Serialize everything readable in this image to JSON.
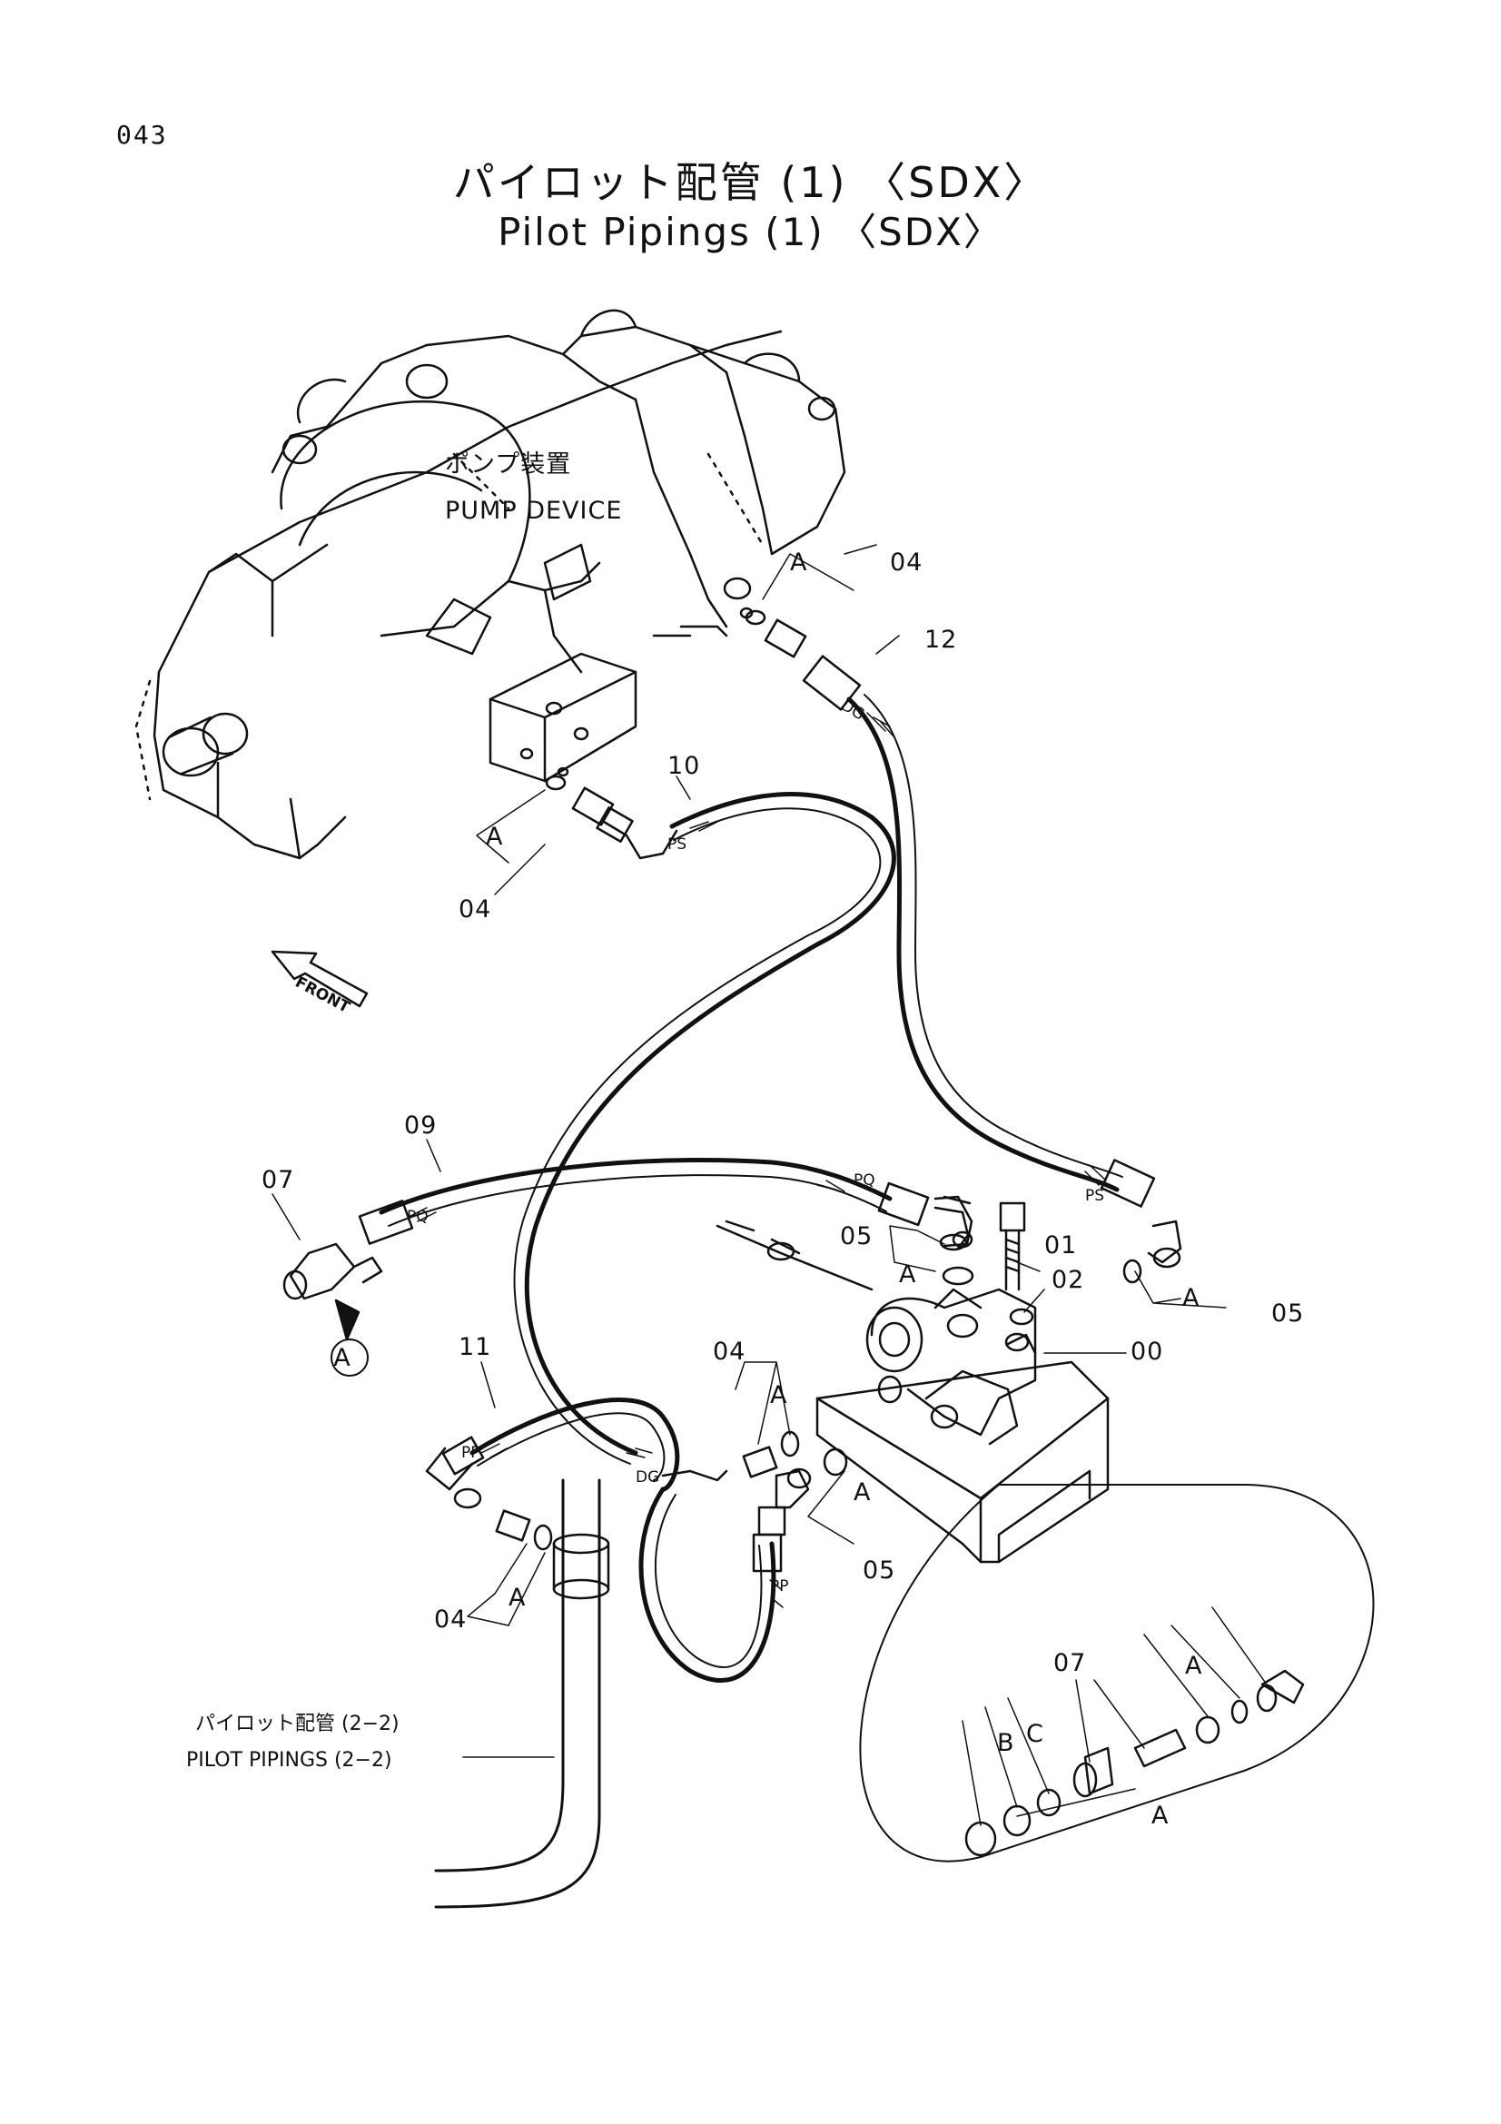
{
  "page_number": "043",
  "title_jp": "パイロット配管 (1) 〈SDX〉",
  "title_en": "Pilot Pipings (1) 〈SDX〉",
  "pump": {
    "label_jp": "ポンプ装置",
    "label_en": "PUMP DEVICE"
  },
  "front_label": "FRONT",
  "view_marker": "A",
  "ref": {
    "label_jp": "パイロット配管 (2−2)",
    "label_en": "PILOT PIPINGS (2−2)"
  },
  "callouts": {
    "p00": "00",
    "p01": "01",
    "p02": "02",
    "p04a": "04",
    "p04b": "04",
    "p04c": "04",
    "p04d": "04",
    "p05a": "05",
    "p05b": "05",
    "p05c": "05",
    "p07": "07",
    "p07_detail": "07",
    "p09": "09",
    "p10": "10",
    "p11": "11",
    "p12": "12"
  },
  "letters": {
    "a1": "A",
    "a2": "A",
    "a3": "A",
    "a4": "A",
    "a5": "A",
    "a6": "A",
    "a7": "A",
    "a8": "A",
    "a9": "A",
    "a10": "A",
    "b": "B",
    "c": "C"
  },
  "port_marks": {
    "dg1": "DG",
    "ps1": "PS",
    "pq1": "PQ",
    "pq2": "PQ",
    "ps2": "PS",
    "pp1": "PP",
    "dg2": "DG",
    "pp2": "PP"
  }
}
